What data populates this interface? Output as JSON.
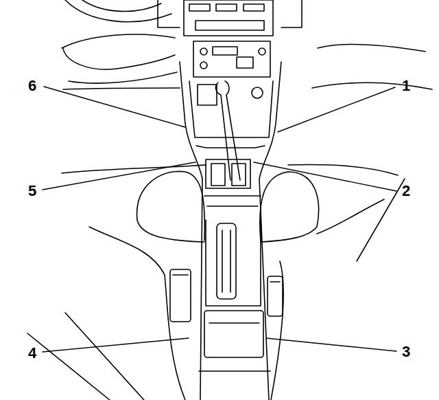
{
  "diagram": {
    "labels": [
      "6",
      "1",
      "5",
      "2",
      "4",
      "3"
    ]
  }
}
